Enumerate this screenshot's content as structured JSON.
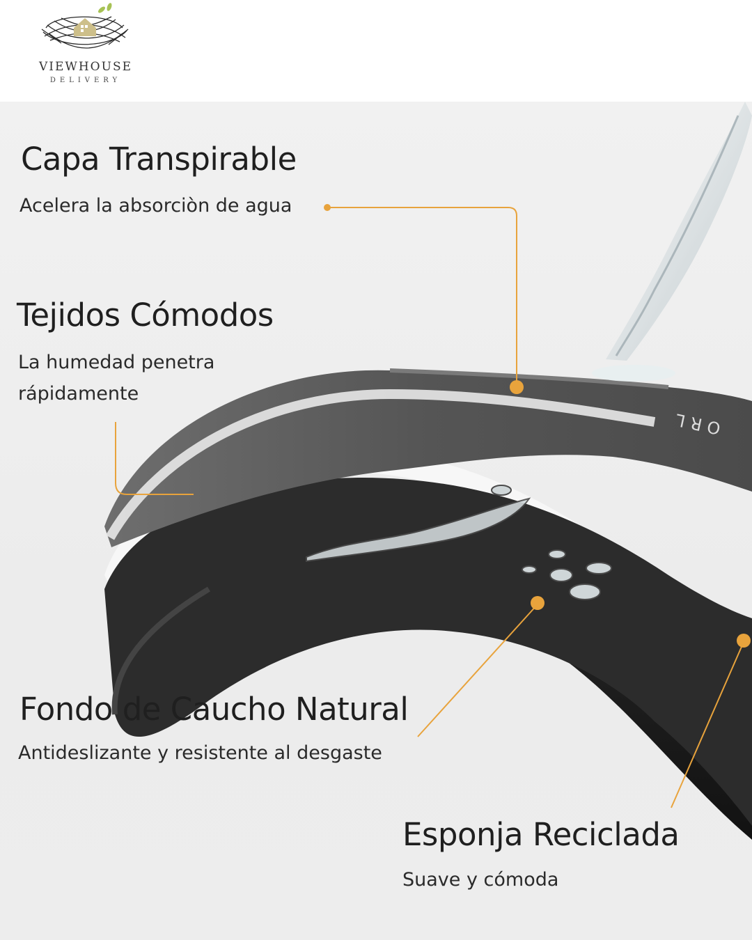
{
  "brand": {
    "name": "VIEWHOUSE",
    "tagline": "DELIVERY"
  },
  "product_text": {
    "print": "ORL"
  },
  "features": [
    {
      "title": "Capa Transpirable",
      "description": "Acelera la absorciòn de agua"
    },
    {
      "title": "Tejidos Cómodos",
      "description": "La humedad penetra rápidamente"
    },
    {
      "title": "Fondo de Caucho Natural",
      "description": "Antideslizante y resistente al desgaste"
    },
    {
      "title": "Esponja Reciclada",
      "description": "Suave y cómoda"
    }
  ],
  "colors": {
    "accent": "#e8a33c",
    "background": "#eeeeee",
    "text": "#1f1f1f",
    "top_layer": "#5a5a5a",
    "rubber": "#1a1a1a",
    "foam": "#f4f4f4"
  },
  "icons": [
    "nest-house-logo-icon",
    "water-stream-icon",
    "water-droplets-icon"
  ]
}
